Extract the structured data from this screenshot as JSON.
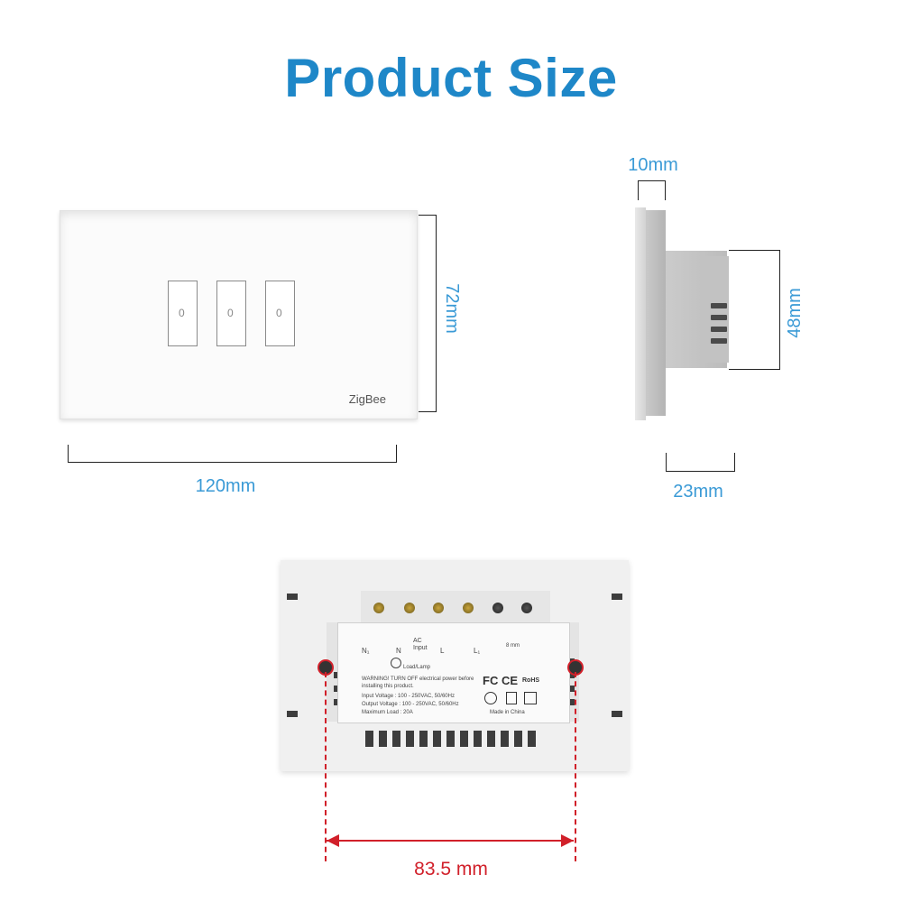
{
  "title": "Product Size",
  "front": {
    "button_glyphs": [
      "0",
      "0",
      "0"
    ],
    "brand": "ZigBee",
    "width_label": "120mm",
    "height_label": "72mm"
  },
  "side": {
    "glass_thickness_label": "10mm",
    "body_height_label": "48mm",
    "body_depth_label": "23mm"
  },
  "back": {
    "hole_distance_label": "83.5 mm",
    "terminals": [
      "N₁",
      "N",
      "AC",
      "Input",
      "L",
      "L₁"
    ],
    "load_label": "Load/Lamp",
    "warning": "WARNING! TURN OFF electrical power before installing this product.",
    "input_voltage": "Input Voltage : 100 - 250VAC, 50/60Hz",
    "output_voltage": "Output Voltage : 100 - 250VAC, 50/60Hz",
    "max_load": "Maximum Load : 20A",
    "strip_length": "8 mm",
    "made_in": "Made in China",
    "certs": [
      "FC",
      "CE",
      "RoHS"
    ]
  },
  "colors": {
    "title": "#1e87c8",
    "dimension_text": "#3a9ad6",
    "hole_dimension": "#d1202a"
  }
}
